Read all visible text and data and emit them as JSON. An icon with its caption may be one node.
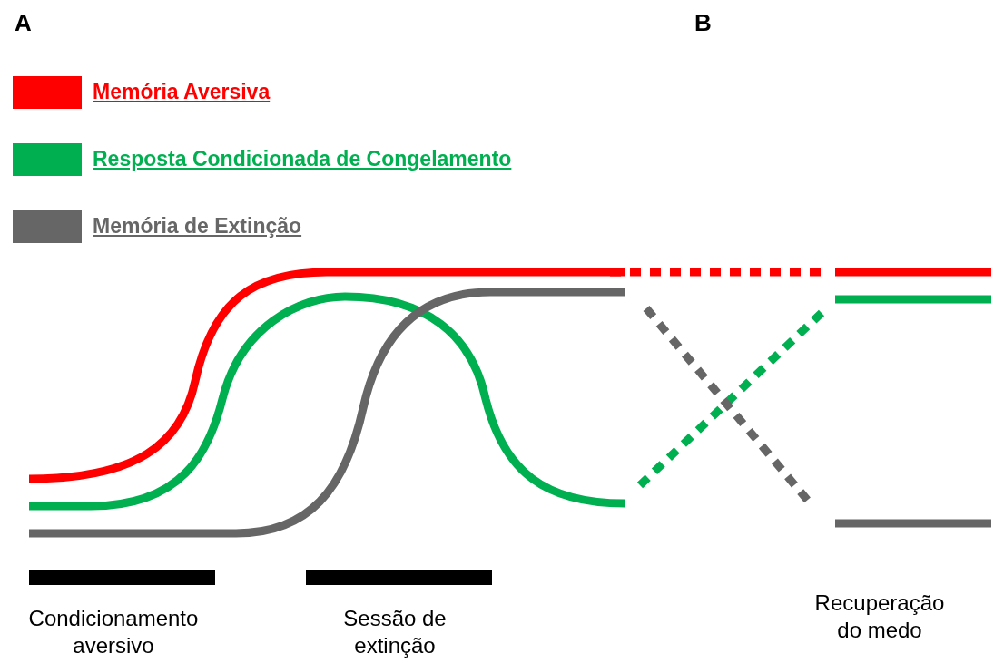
{
  "diagram": {
    "labels": [
      "A",
      "B",
      "Condicionamento aversivo",
      "Sessão de extinção",
      "Recuperação do medo"
    ],
    "legend": [
      {
        "text": "Memória Aversiva",
        "color": "#ff0000"
      },
      {
        "text": "Resposta Condicionada de Congelamento",
        "color": "#00b050"
      },
      {
        "text": "Memória de Extinção",
        "color": "#666666"
      }
    ]
  }
}
